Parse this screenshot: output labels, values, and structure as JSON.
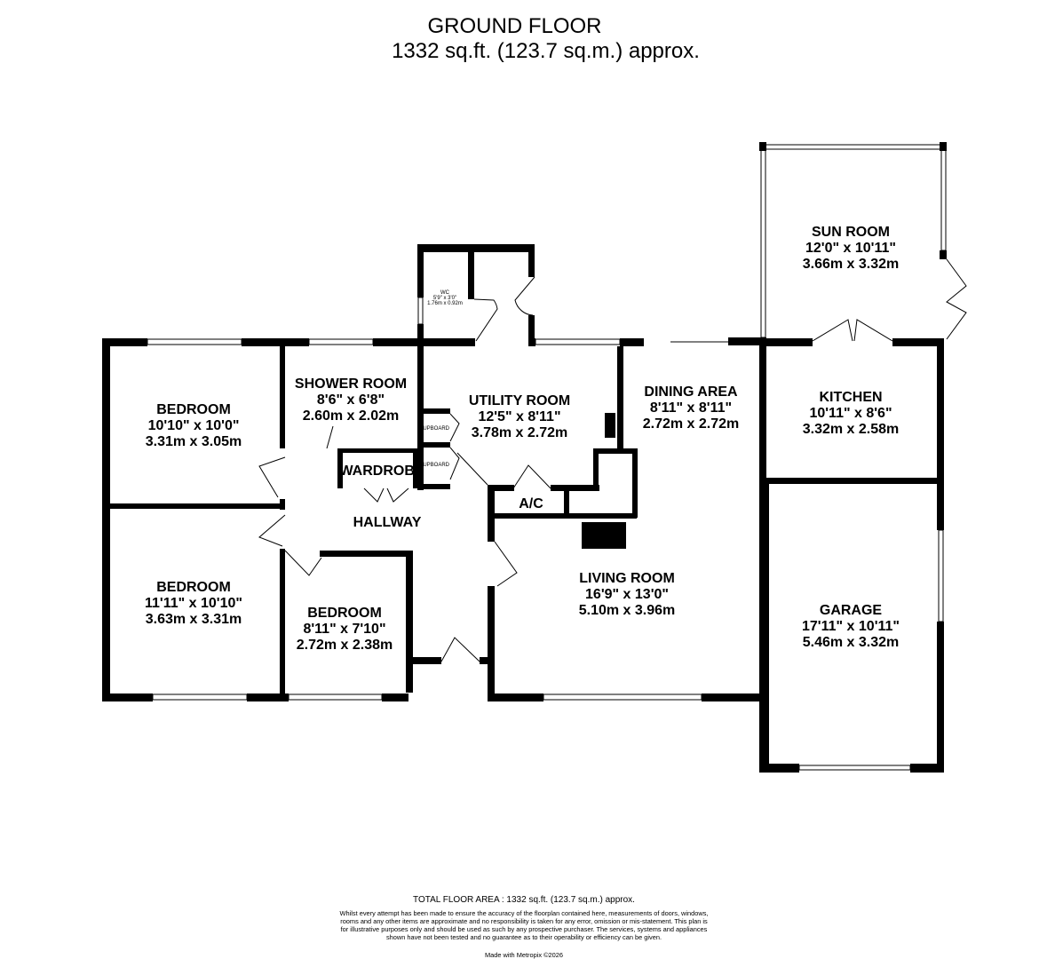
{
  "header": {
    "title": "GROUND FLOOR",
    "subtitle": "1332 sq.ft. (123.7 sq.m.) approx."
  },
  "rooms": {
    "bedroom1": {
      "name": "BEDROOM",
      "imperial": "10'10\"  x 10'0\"",
      "metric": "3.31m  x 3.05m"
    },
    "bedroom2": {
      "name": "BEDROOM",
      "imperial": "11'11\"  x 10'10\"",
      "metric": "3.63m  x 3.31m"
    },
    "bedroom3": {
      "name": "BEDROOM",
      "imperial": "8'11\"  x 7'10\"",
      "metric": "2.72m  x 2.38m"
    },
    "shower": {
      "name": "SHOWER ROOM",
      "imperial": "8'6\"  x 6'8\"",
      "metric": "2.60m  x 2.02m"
    },
    "wc": {
      "name": "WC",
      "imperial": "5'9\" x 3'0\"",
      "metric": "1.76m x 0.92m"
    },
    "utility": {
      "name": "UTILITY ROOM",
      "imperial": "12'5\"  x 8'11\"",
      "metric": "3.78m  x 2.72m"
    },
    "dining": {
      "name": "DINING AREA",
      "imperial": "8'11\"  x 8'11\"",
      "metric": "2.72m  x 2.72m"
    },
    "kitchen": {
      "name": "KITCHEN",
      "imperial": "10'11\"  x 8'6\"",
      "metric": "3.32m  x 2.58m"
    },
    "sunroom": {
      "name": "SUN ROOM",
      "imperial": "12'0\"  x 10'11\"",
      "metric": "3.66m  x 3.32m"
    },
    "living": {
      "name": "LIVING ROOM",
      "imperial": "16'9\"  x 13'0\"",
      "metric": "5.10m  x 3.96m"
    },
    "garage": {
      "name": "GARAGE",
      "imperial": "17'11\"  x 10'11\"",
      "metric": "5.46m  x 3.32m"
    },
    "hallway": {
      "name": "HALLWAY"
    },
    "wardrobe": {
      "name": "WARDROBE"
    },
    "ac": {
      "name": "A/C"
    },
    "cupboard1": {
      "name": "CUPBOARD"
    },
    "cupboard2": {
      "name": "CUPBOARD"
    }
  },
  "footer": {
    "total": "TOTAL FLOOR AREA : 1332 sq.ft. (123.7 sq.m.) approx.",
    "disclaimer": "Whilst every attempt has been made to ensure the accuracy of the floorplan contained here, measurements of doors, windows, rooms and any other items are approximate and no responsibility is taken for any error, omission or mis-statement. This plan is for illustrative purposes only and should be used as such by any prospective purchaser. The services, systems and appliances shown have not been tested and no guarantee as to their operability or efficiency can be given.",
    "credit": "Made with Metropix ©2026"
  },
  "colors": {
    "wall": "#000000",
    "door_arc": "#888888",
    "background": "#ffffff"
  }
}
